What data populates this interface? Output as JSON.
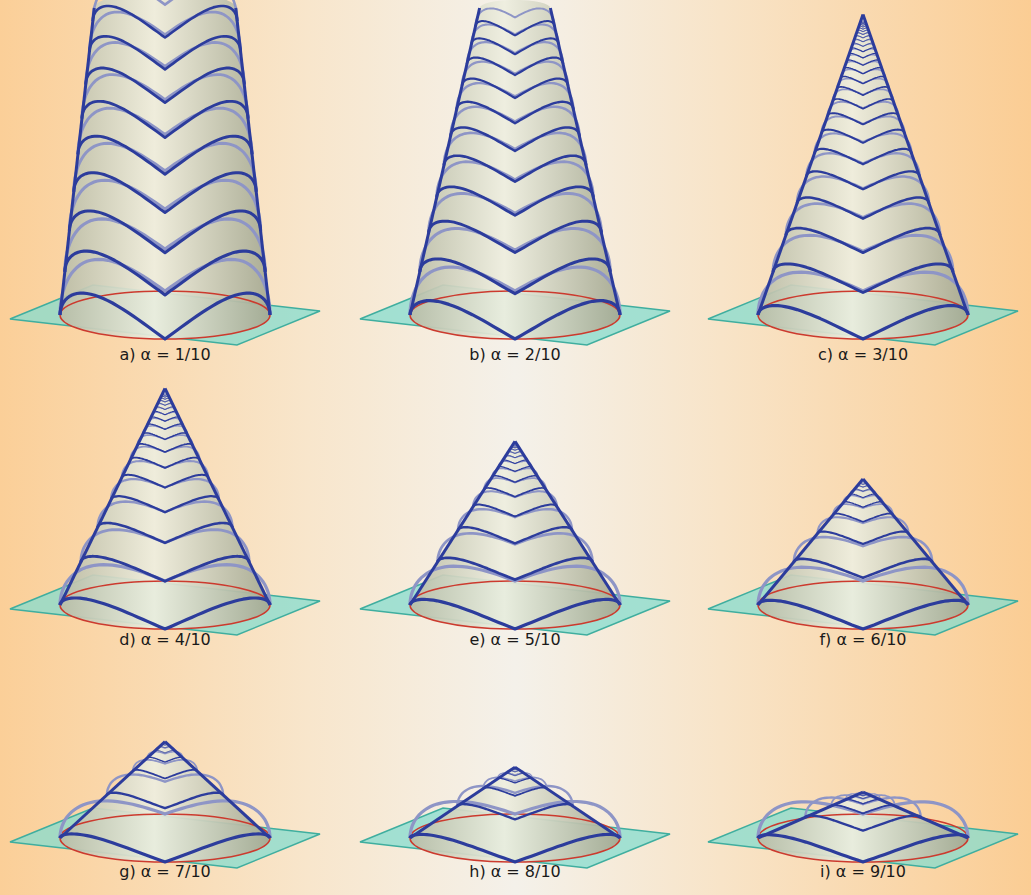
{
  "diagram": {
    "labels": [
      "a) α = 1/10",
      "b) α = 2/10",
      "c) α = 3/10",
      "d) α = 4/10",
      "e) α = 5/10",
      "f) α = 6/10",
      "g) α = 7/10",
      "h) α = 8/10",
      "i) α = 9/10"
    ]
  }
}
